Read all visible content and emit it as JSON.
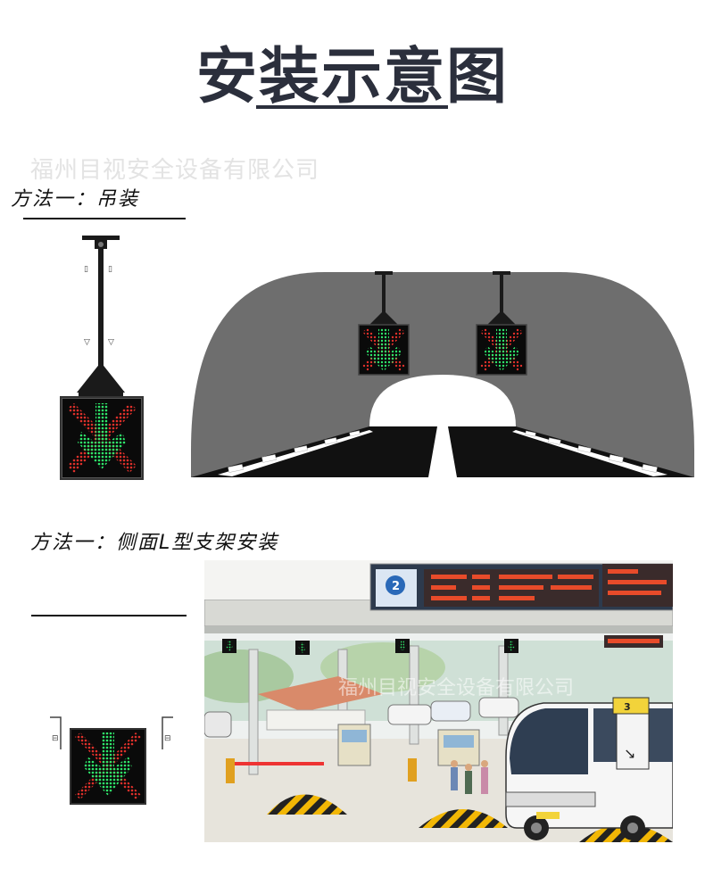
{
  "page": {
    "title": "安装示意图",
    "watermark": "福州目视安全设备有限公司"
  },
  "method1": {
    "label": "方法一：吊装"
  },
  "method2": {
    "label": "方法一：侧面L型支架安装"
  },
  "scene": {
    "board_number": "2",
    "bus_number": "3",
    "watermark": "福州目视安全设备有限公司"
  },
  "colors": {
    "title": "#2b2f3c",
    "led_green": "#2ee86a",
    "led_red": "#e0302a",
    "tunnel_wall": "#6e6e6e",
    "road": "#111111"
  }
}
